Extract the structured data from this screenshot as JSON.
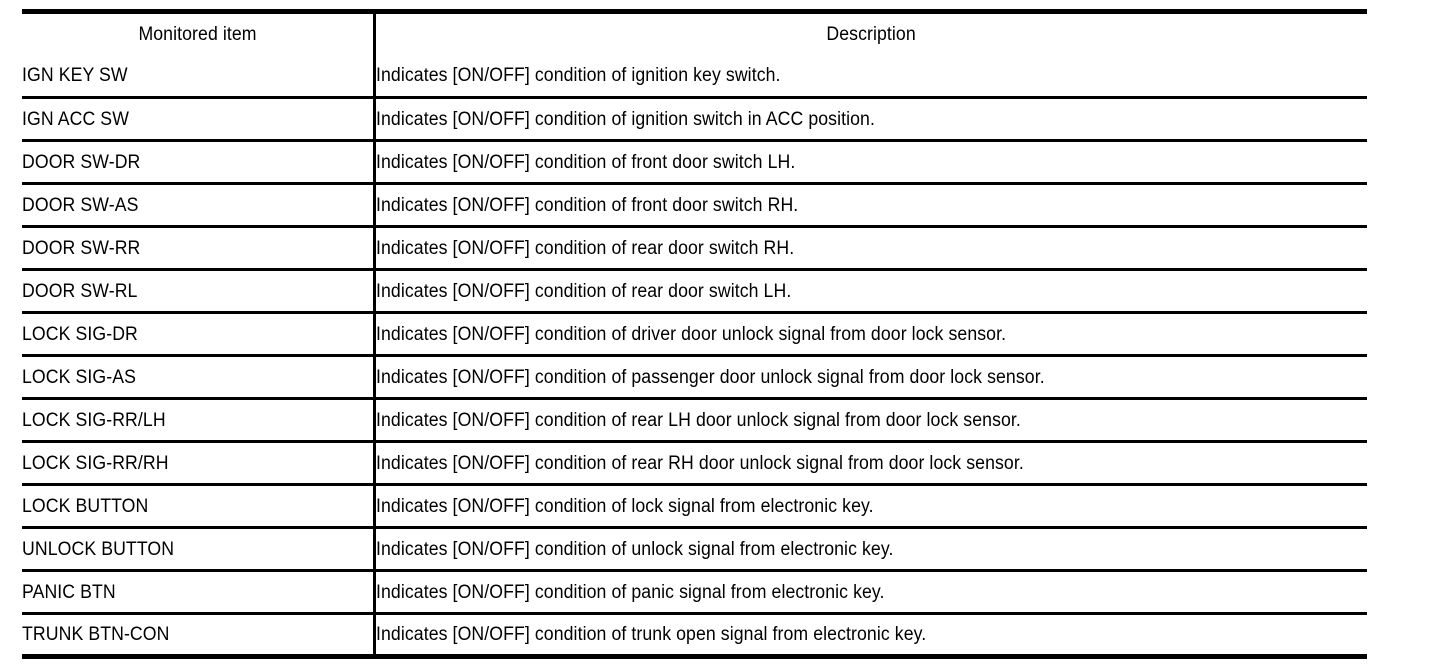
{
  "table": {
    "columns": [
      {
        "key": "item",
        "label": "Monitored item",
        "align": "center"
      },
      {
        "key": "description",
        "label": "Description",
        "align": "center"
      }
    ],
    "rows": [
      {
        "item": "IGN KEY SW",
        "description": "Indicates [ON/OFF] condition of ignition key switch."
      },
      {
        "item": "IGN ACC SW",
        "description": "Indicates [ON/OFF] condition of ignition switch in ACC position."
      },
      {
        "item": "DOOR SW-DR",
        "description": "Indicates [ON/OFF] condition of front door switch LH."
      },
      {
        "item": "DOOR SW-AS",
        "description": "Indicates [ON/OFF] condition of front door switch RH."
      },
      {
        "item": "DOOR SW-RR",
        "description": "Indicates [ON/OFF] condition of rear door switch RH."
      },
      {
        "item": "DOOR SW-RL",
        "description": "Indicates [ON/OFF] condition of rear door switch LH."
      },
      {
        "item": "LOCK SIG-DR",
        "description": "Indicates [ON/OFF] condition of driver door unlock signal from door lock sensor."
      },
      {
        "item": "LOCK SIG-AS",
        "description": "Indicates [ON/OFF] condition of passenger door unlock signal from door lock sensor."
      },
      {
        "item": "LOCK SIG-RR/LH",
        "description": "Indicates [ON/OFF] condition of rear LH door unlock signal from door lock sensor."
      },
      {
        "item": "LOCK SIG-RR/RH",
        "description": "Indicates [ON/OFF] condition of rear RH door unlock signal from door lock sensor."
      },
      {
        "item": "LOCK BUTTON",
        "description": "Indicates [ON/OFF] condition of lock signal from electronic key."
      },
      {
        "item": "UNLOCK BUTTON",
        "description": "Indicates [ON/OFF] condition of unlock signal from electronic key."
      },
      {
        "item": "PANIC BTN",
        "description": "Indicates [ON/OFF] condition of panic signal from electronic key."
      },
      {
        "item": "TRUNK BTN-CON",
        "description": "Indicates [ON/OFF] condition of trunk open signal from electronic key."
      }
    ]
  },
  "colors": {
    "text": "#000000",
    "rule": "#000000",
    "background": "#ffffff"
  }
}
